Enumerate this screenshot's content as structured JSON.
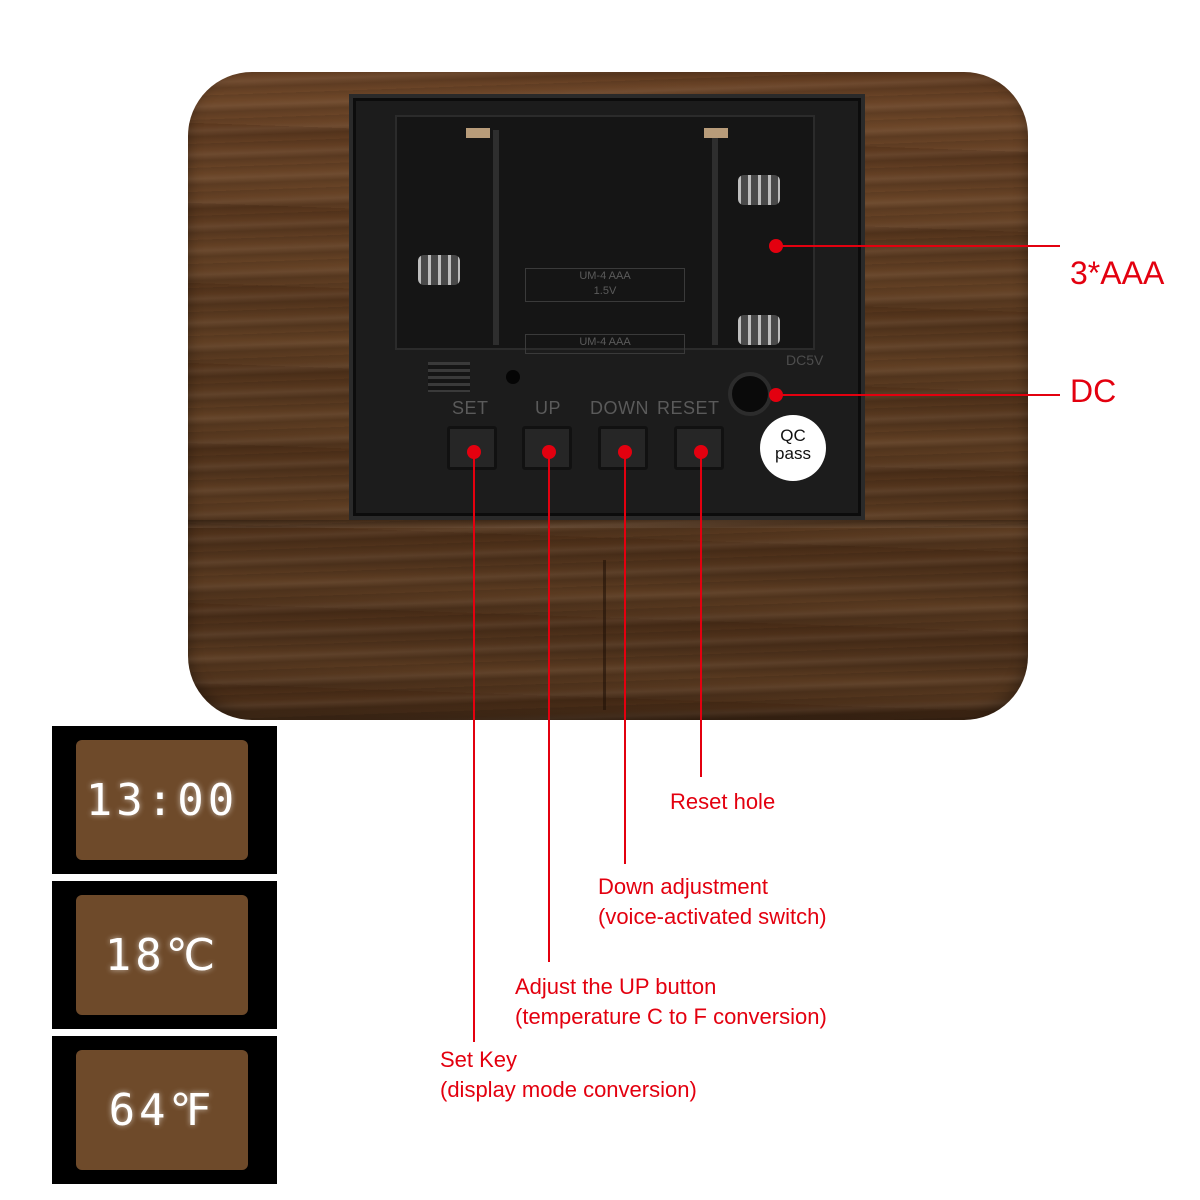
{
  "device": {
    "qc_badge": {
      "line1": "QC",
      "line2": "pass"
    },
    "jack_marking": "DC5V",
    "button_labels": [
      "SET",
      "UP",
      "DOWN",
      "RESET"
    ],
    "battery_labels": [
      "UM-4 AAA\n1.5V",
      "UM-4  AAA"
    ]
  },
  "callouts": {
    "battery": "3*AAA",
    "dc": "DC",
    "reset": "Reset hole",
    "down": {
      "line1": "Down adjustment",
      "line2": "(voice-activated switch)"
    },
    "up": {
      "line1": "Adjust the UP button",
      "line2": "(temperature C to F conversion)"
    },
    "set": {
      "line1": "Set Key",
      "line2": "(display mode conversion)"
    }
  },
  "displays": [
    "13:00",
    "18℃",
    "64℉"
  ],
  "colors": {
    "callout": "#e3000f",
    "wood": "#5a3a20",
    "panel": "#1c1c1c",
    "led": "#ffffff"
  }
}
